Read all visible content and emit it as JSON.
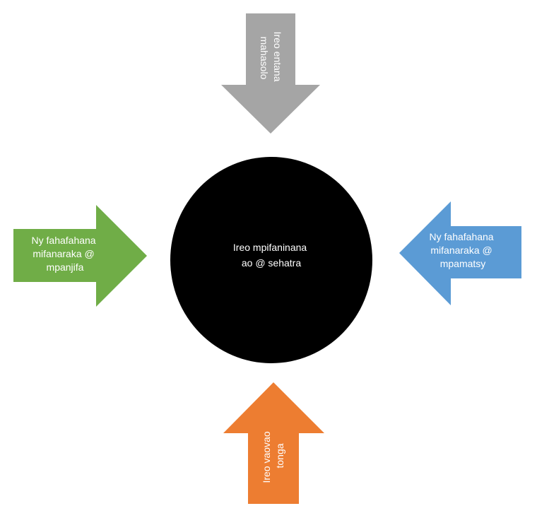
{
  "diagram": {
    "center": {
      "line1": "Ireo mpifaninana",
      "line2": "ao @ sehatra",
      "fill": "#000000"
    },
    "top_arrow": {
      "line1": "Ireo entana",
      "line2": "mahasolo",
      "fill": "#a5a5a5"
    },
    "left_arrow": {
      "line1": "Ny fahafahana",
      "line2": "mifanaraka @",
      "line3": "mpanjifa",
      "fill": "#70ad47"
    },
    "right_arrow": {
      "line1": "Ny fahafahana",
      "line2": "mifanaraka @",
      "line3": "mpamatsy",
      "fill": "#5b9bd5"
    },
    "bottom_arrow": {
      "line1": "Ireo vaovao",
      "line2": "tonga",
      "fill": "#ed7d31"
    }
  }
}
